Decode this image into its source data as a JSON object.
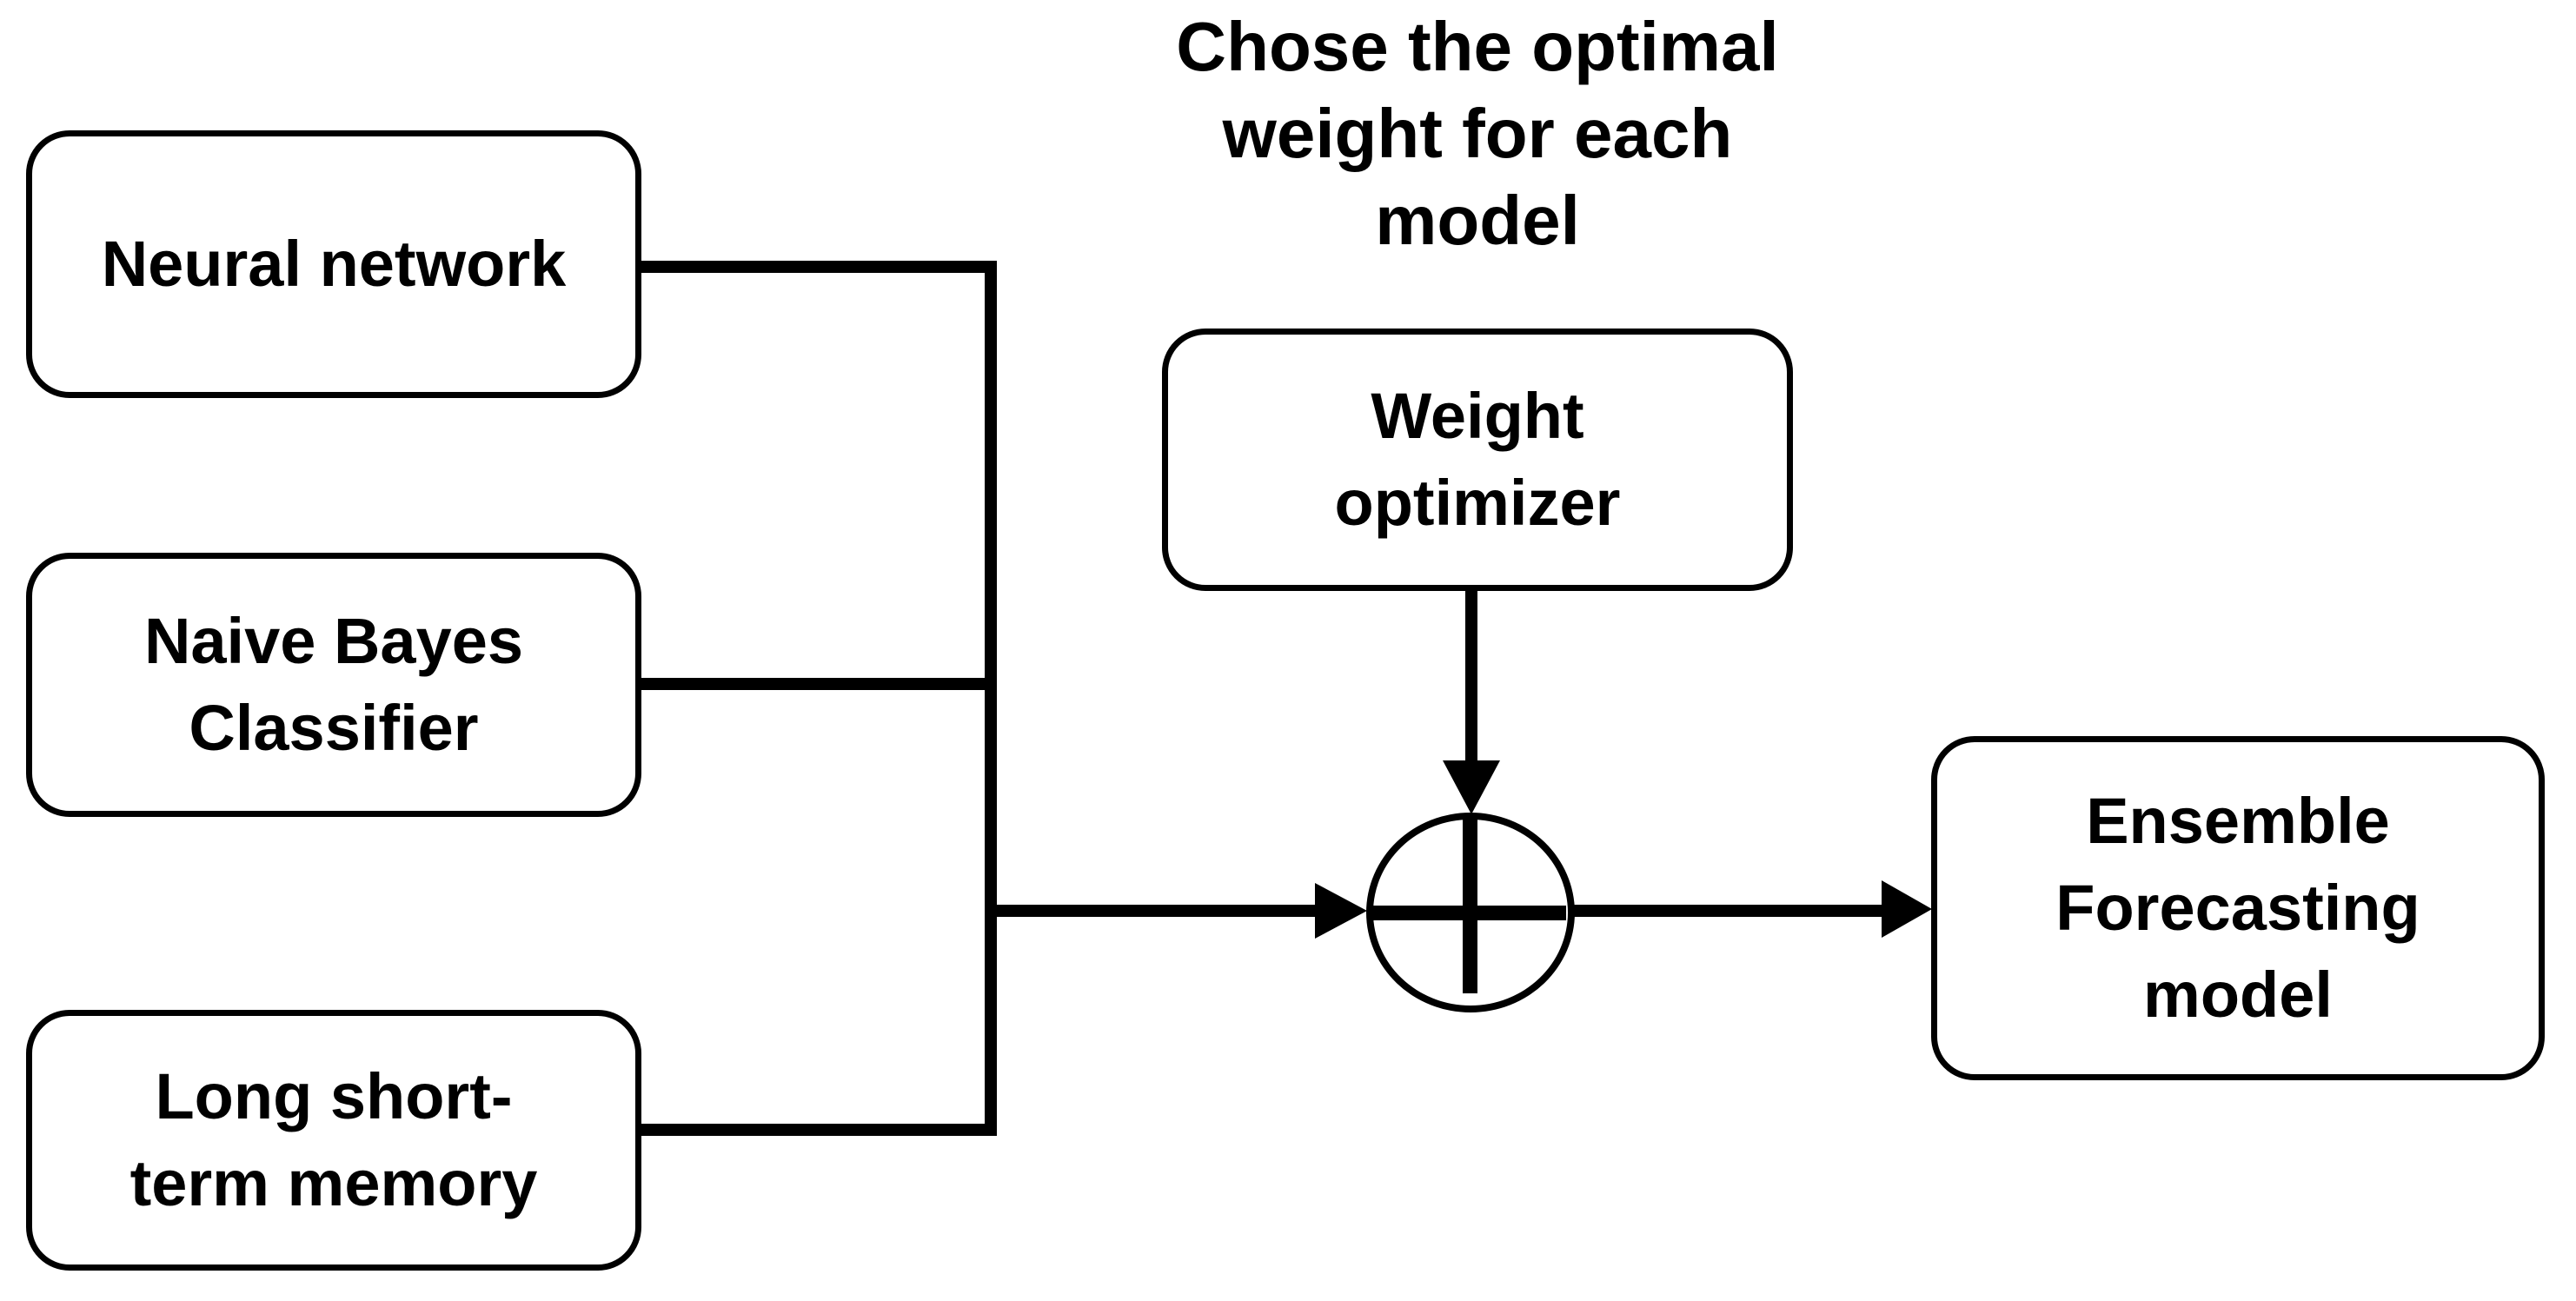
{
  "diagram": {
    "background_color": "#ffffff",
    "stroke_color": "#000000",
    "caption": "Chose the optimal\nweight for each\nmodel",
    "nodes": [
      {
        "id": "neural-network",
        "label": "Neural network"
      },
      {
        "id": "naive-bayes",
        "label": "Naive Bayes\nClassifier"
      },
      {
        "id": "lstm",
        "label": "Long short-\nterm memory"
      },
      {
        "id": "weight-optimizer",
        "label": "Weight\noptimizer"
      },
      {
        "id": "ensemble",
        "label": "Ensemble\nForecasting\nmodel"
      }
    ],
    "sum_node": {
      "symbol": "plus-in-circle"
    }
  }
}
